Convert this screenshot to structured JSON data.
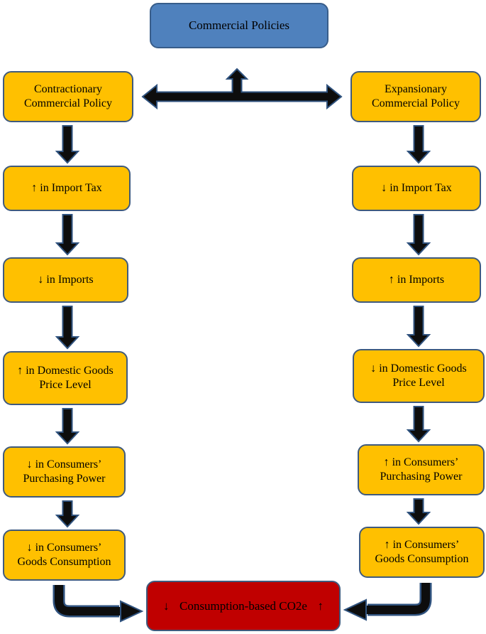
{
  "colors": {
    "header-fill": "#4f81bd",
    "header-border": "#385d8a",
    "node-fill": "#ffc000",
    "node-border": "#3f5a7d",
    "result-fill": "#c00000",
    "result-border": "#3f5a7d",
    "arrow-fill": "#0d0d0d",
    "arrow-outline": "#2f527e",
    "text": "#000000"
  },
  "header": {
    "label": "Commercial Policies"
  },
  "left_column": {
    "policy": "Contractionary\nCommercial Policy",
    "steps": [
      "↑ in Import Tax",
      "↓ in Imports",
      "↑ in Domestic Goods\nPrice Level",
      "↓ in Consumers’\nPurchasing Power",
      "↓ in Consumers’\nGoods Consumption"
    ]
  },
  "right_column": {
    "policy": "Expansionary\nCommercial Policy",
    "steps": [
      "↓ in Import Tax",
      "↑ in Imports",
      "↓ in Domestic Goods\nPrice Level",
      "↑ in Consumers’\nPurchasing Power",
      "↑ in Consumers’\nGoods Consumption"
    ]
  },
  "result": {
    "left_symbol": "↓",
    "label": "Consumption-based CO2e",
    "right_symbol": "↑"
  }
}
